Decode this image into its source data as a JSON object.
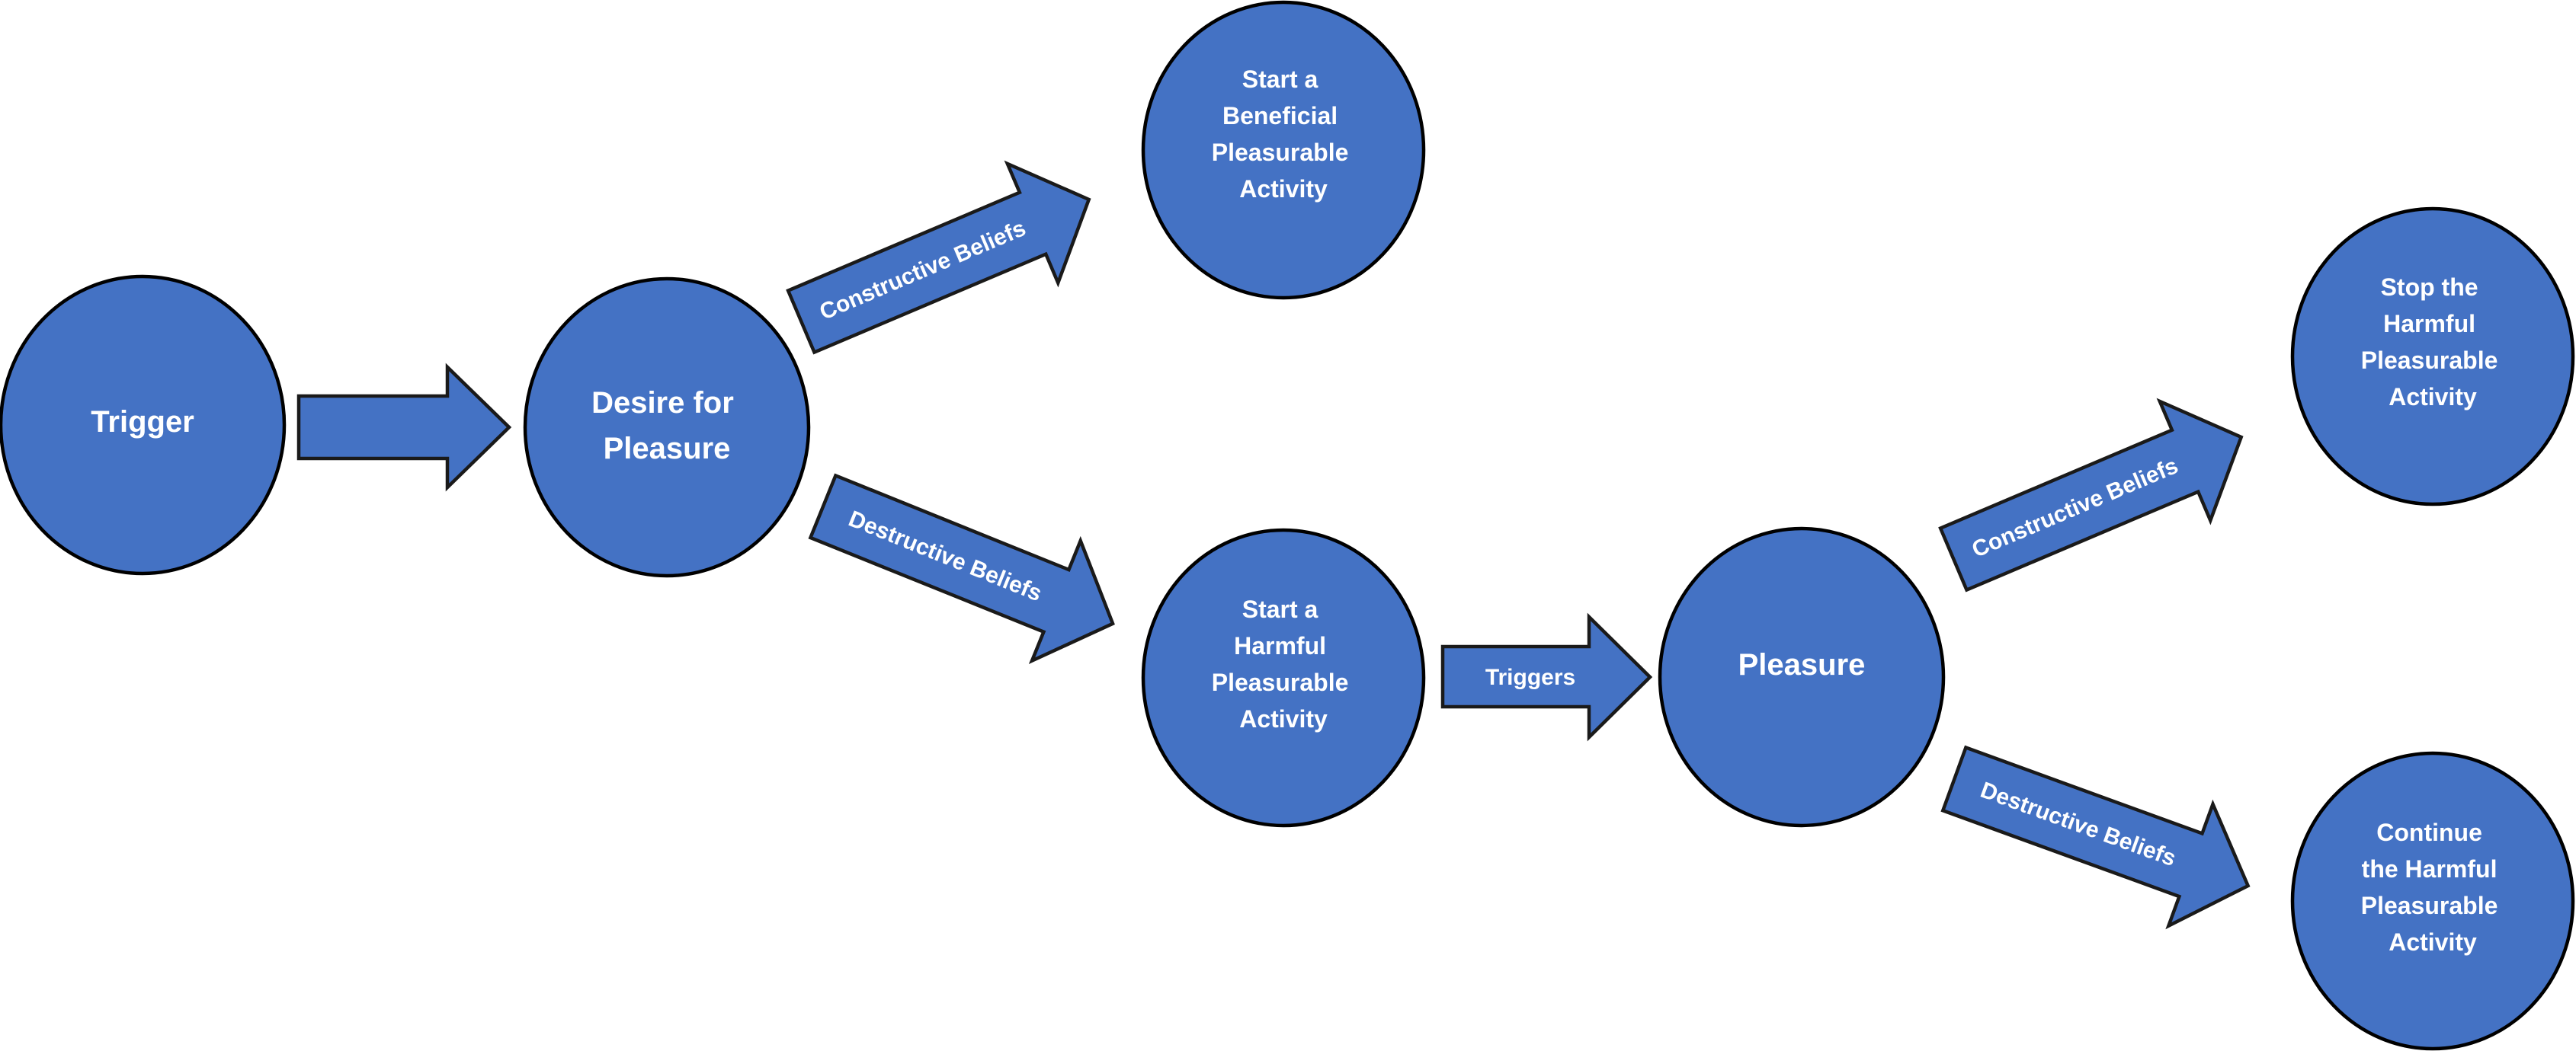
{
  "colors": {
    "node_fill": "#4472C4",
    "outline": "#000000",
    "text": "#ffffff",
    "background": "#ffffff"
  },
  "nodes": {
    "trigger": {
      "lines": [
        "Trigger"
      ]
    },
    "desire": {
      "lines": [
        "Desire for",
        "Pleasure"
      ]
    },
    "beneficial": {
      "lines": [
        "Start a",
        "Beneficial",
        "Pleasurable",
        "Activity"
      ]
    },
    "harmful": {
      "lines": [
        "Start a",
        "Harmful",
        "Pleasurable",
        "Activity"
      ]
    },
    "pleasure": {
      "lines": [
        "Pleasure"
      ]
    },
    "stop": {
      "lines": [
        "Stop the",
        "Harmful",
        "Pleasurable",
        "Activity"
      ]
    },
    "continue": {
      "lines": [
        "Continue",
        "the Harmful",
        "Pleasurable",
        "Activity"
      ]
    }
  },
  "edges": {
    "constructive_1": "Constructive Beliefs",
    "destructive_1": "Destructive Beliefs",
    "triggers": "Triggers",
    "constructive_2": "Constructive Beliefs",
    "destructive_2": "Destructive Beliefs"
  }
}
